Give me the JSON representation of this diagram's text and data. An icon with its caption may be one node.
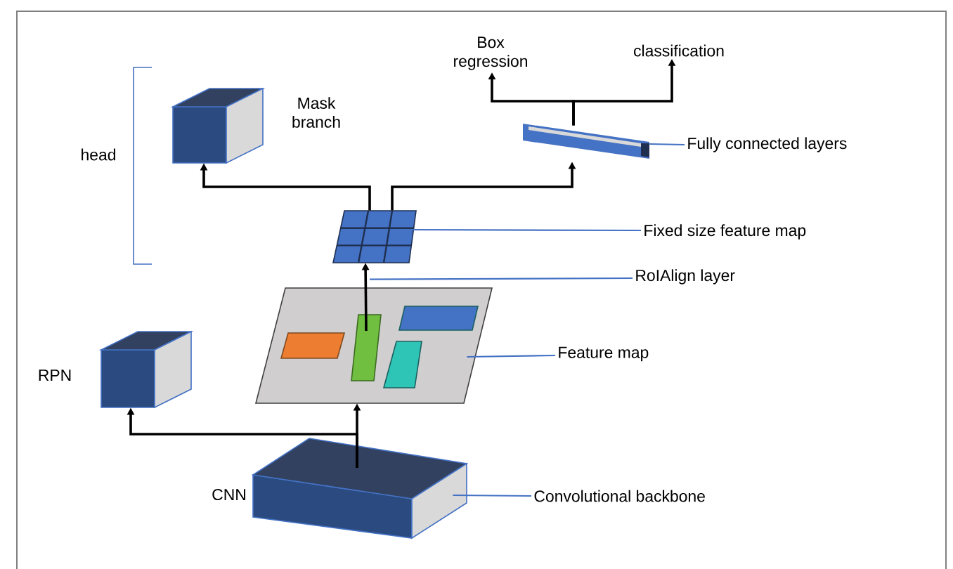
{
  "diagram": {
    "nodes": [
      {
        "text": [
          "Box regression"
        ]
      },
      {
        "text": [
          "classification"
        ]
      },
      {
        "text": [],
        "shape": "box",
        "beside": [
          "Mask branch"
        ]
      },
      {
        "text": [],
        "shape": "bar"
      },
      {
        "text": [
          "Fully connected layers"
        ]
      },
      {
        "text": [],
        "shape": "box"
      },
      {
        "text": [
          "Fixed size feature map"
        ]
      },
      {
        "text": [
          "RoIAlign layer"
        ]
      },
      {
        "text": [],
        "shape": "box"
      },
      {
        "text": [],
        "shape": "box",
        "in": 8
      },
      {
        "text": [],
        "shape": "box",
        "in": 8
      },
      {
        "text": [],
        "shape": "box",
        "in": 8
      },
      {
        "text": [],
        "shape": "box",
        "in": 8
      },
      {
        "text": [
          "Feature map"
        ]
      },
      {
        "text": [],
        "shape": "box",
        "beside": [
          "RPN"
        ]
      },
      {
        "text": [],
        "shape": "box",
        "beside": [
          "CNN"
        ]
      },
      {
        "text": [
          "Convolutional backbone"
        ]
      }
    ],
    "edges": [
      {
        "from": 15,
        "to": 8,
        "arrow": "to"
      },
      {
        "from": 15,
        "to": 14,
        "arrow": "to"
      },
      {
        "from": 10,
        "to": 5,
        "arrow": "to"
      },
      {
        "from": 5,
        "to": 2,
        "arrow": "to"
      },
      {
        "from": 5,
        "to": 3,
        "arrow": "to"
      },
      {
        "from": 3,
        "to": 0,
        "arrow": "to"
      },
      {
        "from": 3,
        "to": 1,
        "arrow": "to"
      },
      {
        "from": 4,
        "to": 3,
        "arrow": "none",
        "color": "#4472c4"
      },
      {
        "from": 6,
        "to": 5,
        "arrow": "none",
        "color": "#4472c4"
      },
      {
        "from": 7,
        "to": 8,
        "arrow": "none",
        "color": "#4472c4"
      },
      {
        "from": 13,
        "to": 8,
        "arrow": "none",
        "color": "#4472c4"
      },
      {
        "from": 16,
        "to": 15,
        "arrow": "none",
        "color": "#4472c4"
      }
    ],
    "labels": [
      "head"
    ]
  }
}
